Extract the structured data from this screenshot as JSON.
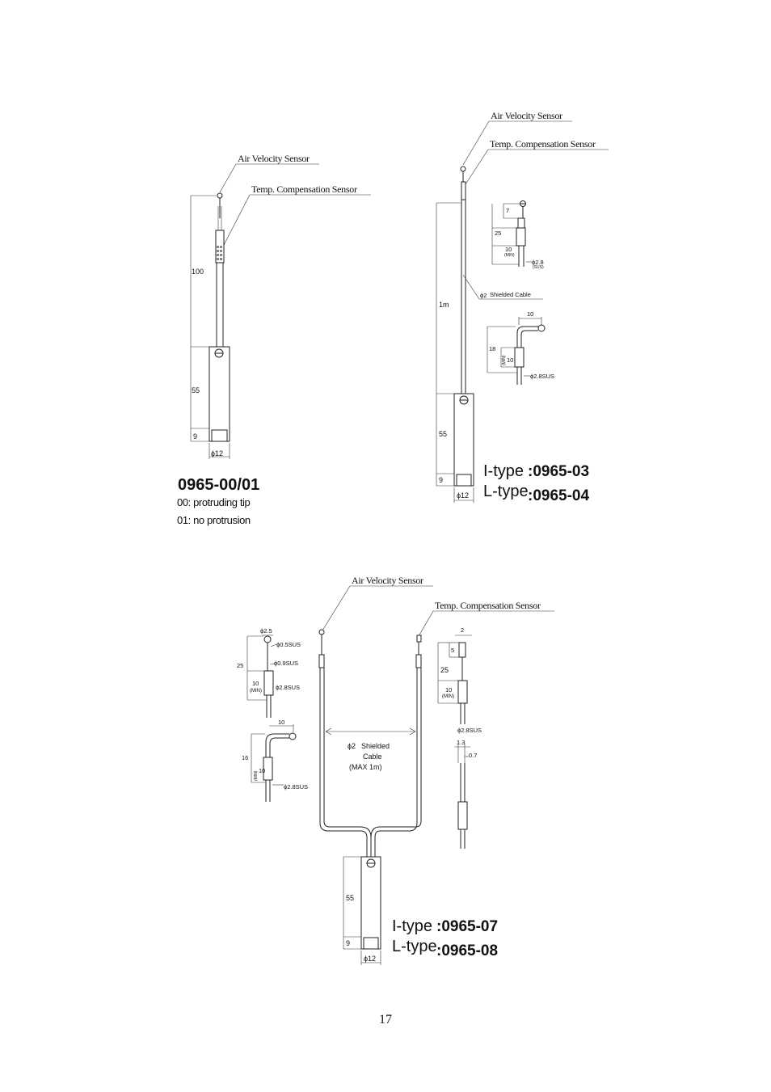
{
  "labels": {
    "air_velocity_sensor": "Air Velocity Sensor",
    "temp_compensation_sensor": "Temp. Compensation Sensor",
    "shielded_cable": "Shielded Cable",
    "shielded_cable_multi_1": "Shielded",
    "shielded_cable_multi_2": "Cable",
    "max_length": "(MAX 1m)",
    "phi2": "ϕ2"
  },
  "probe_a": {
    "model": "0965-00/01",
    "note_00": "00: protruding tip",
    "note_01": "01: no protrusion",
    "dims": {
      "length": "100",
      "handle": "55",
      "end": "9",
      "dia": "ϕ12"
    }
  },
  "probe_b": {
    "i_type_label": "I-type",
    "i_type_model": ":0965-03",
    "l_type_label": "L-type",
    "l_type_model": ":0965-04",
    "dims": {
      "cable": "1m",
      "handle": "55",
      "end": "9",
      "dia": "ϕ12"
    },
    "detail_i": {
      "d7": "7",
      "d25": "25",
      "d10": "10",
      "min": "(MIN)",
      "dia": "ϕ2.8",
      "sus": "(SUS)"
    },
    "detail_l": {
      "d10": "10",
      "d18": "18",
      "d10b": "10",
      "min": "(MIN)",
      "dia": "ϕ2.8SUS"
    }
  },
  "probe_c": {
    "i_type_label": "I-type",
    "i_type_model": ":0965-07",
    "l_type_label": "L-type",
    "l_type_model": ":0965-08",
    "dims": {
      "handle": "55",
      "end": "9",
      "dia": "ϕ12"
    },
    "detail_left": {
      "d25dia": "ϕ2.5",
      "d05": "ϕ0.5SUS",
      "d09": "ϕ0.9SUS",
      "d25": "25",
      "d10": "10",
      "min": "(MIN)",
      "d28": "ϕ2.8SUS"
    },
    "detail_left_l": {
      "d10": "10",
      "d16": "16",
      "d10b": "10",
      "min": "(MIN)",
      "d28": "ϕ2.8SUS"
    },
    "detail_right": {
      "d2": "2",
      "d5": "5",
      "d25": "25",
      "d10": "10",
      "min": "(MIN)",
      "d28": "ϕ2.8SUS",
      "d13": "1.3",
      "d07": "0.7"
    }
  },
  "page_number": "17"
}
